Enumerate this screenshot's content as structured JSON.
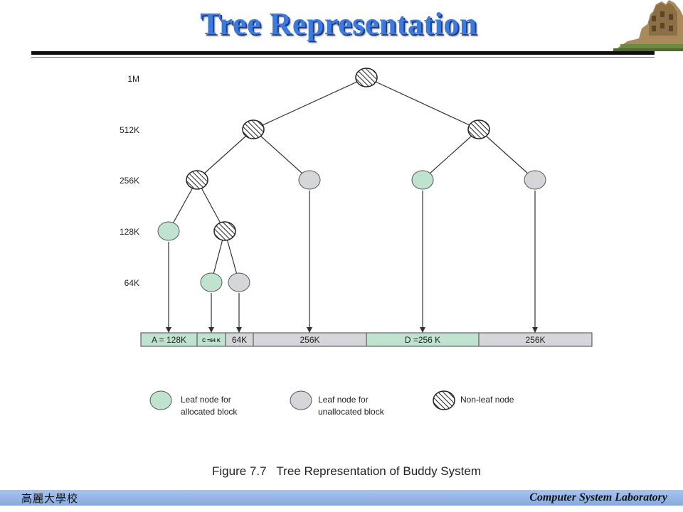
{
  "title": "Tree Representation",
  "levels": [
    "1M",
    "512K",
    "256K",
    "128K",
    "64K"
  ],
  "tree": {
    "nodes": [
      {
        "id": "n-1m",
        "level": "1M",
        "kind": "non-leaf"
      },
      {
        "id": "n-512k-left",
        "level": "512K",
        "kind": "non-leaf"
      },
      {
        "id": "n-512k-right",
        "level": "512K",
        "kind": "non-leaf"
      },
      {
        "id": "n-256k-1",
        "level": "256K",
        "kind": "non-leaf"
      },
      {
        "id": "n-256k-2",
        "level": "256K",
        "kind": "unallocated"
      },
      {
        "id": "n-256k-3",
        "level": "256K",
        "kind": "allocated"
      },
      {
        "id": "n-256k-4",
        "level": "256K",
        "kind": "unallocated"
      },
      {
        "id": "n-128k-1",
        "level": "128K",
        "kind": "allocated"
      },
      {
        "id": "n-128k-2",
        "level": "128K",
        "kind": "non-leaf"
      },
      {
        "id": "n-64k-1",
        "level": "64K",
        "kind": "allocated"
      },
      {
        "id": "n-64k-2",
        "level": "64K",
        "kind": "unallocated"
      }
    ],
    "edges": [
      [
        "n-1m",
        "n-512k-left"
      ],
      [
        "n-1m",
        "n-512k-right"
      ],
      [
        "n-512k-left",
        "n-256k-1"
      ],
      [
        "n-512k-left",
        "n-256k-2"
      ],
      [
        "n-512k-right",
        "n-256k-3"
      ],
      [
        "n-512k-right",
        "n-256k-4"
      ],
      [
        "n-256k-1",
        "n-128k-1"
      ],
      [
        "n-256k-1",
        "n-128k-2"
      ],
      [
        "n-128k-2",
        "n-64k-1"
      ],
      [
        "n-128k-2",
        "n-64k-2"
      ]
    ]
  },
  "memory_blocks": [
    {
      "label": "A = 128K",
      "state": "allocated",
      "from": "n-128k-1"
    },
    {
      "label": "C =64 K",
      "state": "allocated",
      "from": "n-64k-1"
    },
    {
      "label": "64K",
      "state": "unallocated",
      "from": "n-64k-2"
    },
    {
      "label": "256K",
      "state": "unallocated",
      "from": "n-256k-2"
    },
    {
      "label": "D =256 K",
      "state": "allocated",
      "from": "n-256k-3"
    },
    {
      "label": "256K",
      "state": "unallocated",
      "from": "n-256k-4"
    }
  ],
  "legend": {
    "allocated": [
      "Leaf node for",
      "allocated block"
    ],
    "unallocated": [
      "Leaf node for",
      "unallocated block"
    ],
    "nonleaf": "Non-leaf node"
  },
  "caption": "Figure 7.7   Tree Representation of Buddy System",
  "colors": {
    "allocated": "#bfe3cf",
    "unallocated": "#d4d6d9",
    "title": "#3b7be0",
    "footer": "#98b8e8"
  },
  "footer": {
    "left": "高麗大學校",
    "right": "Computer System Laboratory"
  }
}
